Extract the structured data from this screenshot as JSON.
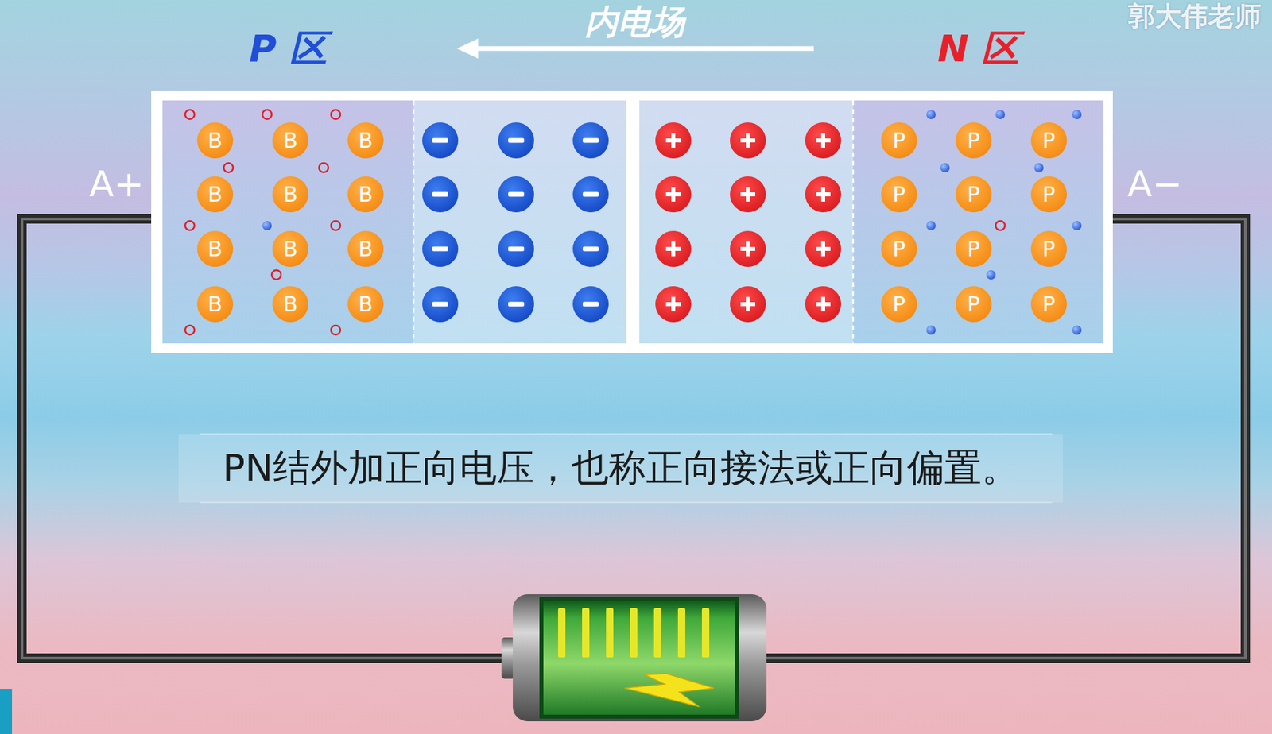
{
  "diagram": {
    "caption": "PN结外加正向电压，也称正向接法或正向偏置。",
    "nodes": [
      {
        "text": [
          "P 区"
        ]
      },
      {
        "text": [
          "B"
        ],
        "in": 0
      },
      {
        "text": [
          "B"
        ],
        "in": 0
      },
      {
        "text": [
          "B"
        ],
        "in": 0
      },
      {
        "text": [
          "B"
        ],
        "in": 0
      },
      {
        "text": [
          "B"
        ],
        "in": 0
      },
      {
        "text": [
          "B"
        ],
        "in": 0
      },
      {
        "text": [
          "B"
        ],
        "in": 0
      },
      {
        "text": [
          "B"
        ],
        "in": 0
      },
      {
        "text": [
          "B"
        ],
        "in": 0
      },
      {
        "text": [
          "B"
        ],
        "in": 0
      },
      {
        "text": [
          "B"
        ],
        "in": 0
      },
      {
        "text": [
          "B"
        ],
        "in": 0
      },
      {
        "text": [
          "N 区"
        ]
      },
      {
        "text": [
          "P"
        ],
        "in": 13
      },
      {
        "text": [
          "P"
        ],
        "in": 13
      },
      {
        "text": [
          "P"
        ],
        "in": 13
      },
      {
        "text": [
          "P"
        ],
        "in": 13
      },
      {
        "text": [
          "P"
        ],
        "in": 13
      },
      {
        "text": [
          "P"
        ],
        "in": 13
      },
      {
        "text": [
          "P"
        ],
        "in": 13
      },
      {
        "text": [
          "P"
        ],
        "in": 13
      },
      {
        "text": [
          "P"
        ],
        "in": 13
      },
      {
        "text": [
          "P"
        ],
        "in": 13
      },
      {
        "text": [
          "P"
        ],
        "in": 13
      },
      {
        "text": [
          "P"
        ],
        "in": 13
      }
    ],
    "labels": [
      "郭大伟老师",
      "内电场",
      "A+",
      "A−"
    ]
  }
}
